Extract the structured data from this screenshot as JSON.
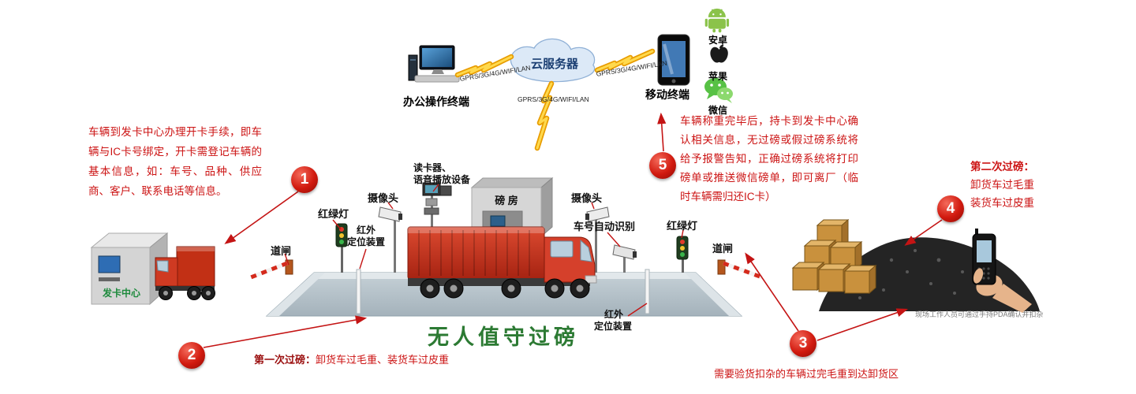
{
  "top": {
    "office_terminal_label": "办公操作终端",
    "cloud_label": "云服务器",
    "mobile_terminal_label": "移动终端",
    "link_label_left": "GPRS/3G/4G/WIFI/LAN",
    "link_label_center": "GPRS/3G/4G/WIFI/LAN",
    "link_label_right": "GPRS/3G/4G/WIFI/LAN",
    "platforms": [
      {
        "label": "安卓"
      },
      {
        "label": "苹果"
      },
      {
        "label": "微信"
      }
    ]
  },
  "steps": {
    "s1": {
      "number": "1",
      "note": "车辆到发卡中心办理开卡手续，即车辆与IC卡号绑定，开卡需登记车辆的基本信息，如：车号、品种、供应商、客户、联系电话等信息。"
    },
    "s2": {
      "number": "2",
      "label": "第一次过磅：",
      "note": "卸货车过毛重、装货车过皮重"
    },
    "s3": {
      "number": "3",
      "note": "需要验货扣杂的车辆过完毛重到达卸货区"
    },
    "s4": {
      "number": "4",
      "label": "第二次过磅：",
      "line1": "卸货车过毛重",
      "line2": "装货车过皮重"
    },
    "s5": {
      "number": "5",
      "note": "车辆称重完毕后，持卡到发卡中心确认相关信息，无过磅或假过磅系统将给予报警告知，正确过磅系统将打印磅单或推送微信磅单，即可离厂（临时车辆需归还IC卡）"
    }
  },
  "scene": {
    "main_title": "无人值守过磅",
    "card_center_label": "发卡中心",
    "weigh_house_label": "磅 房",
    "camera_left_label": "摄像头",
    "camera_right_label": "摄像头",
    "reader_label_line1": "读卡器、",
    "reader_label_line2": "语音播放设备",
    "traffic_light_left_label": "红绿灯",
    "traffic_light_right_label": "红绿灯",
    "barrier_left_label": "道闸",
    "barrier_right_label": "道闸",
    "infrared_left_line1": "红外",
    "infrared_left_line2": "定位装置",
    "infrared_right_line1": "红外",
    "infrared_right_line2": "定位装置",
    "anpr_label": "车号自动识别",
    "pda_caption": "现场工作人员可通过手持PDA确认并扣杂"
  },
  "colors": {
    "note_red": "#cc1414",
    "step_circle_red": "#d11a0f",
    "title_green": "#2c7a33",
    "lightning_yellow": "#ffd94d",
    "platform_gray": "#b3c0c8",
    "truck_red": "#c6321c",
    "coal_black": "#242424"
  }
}
